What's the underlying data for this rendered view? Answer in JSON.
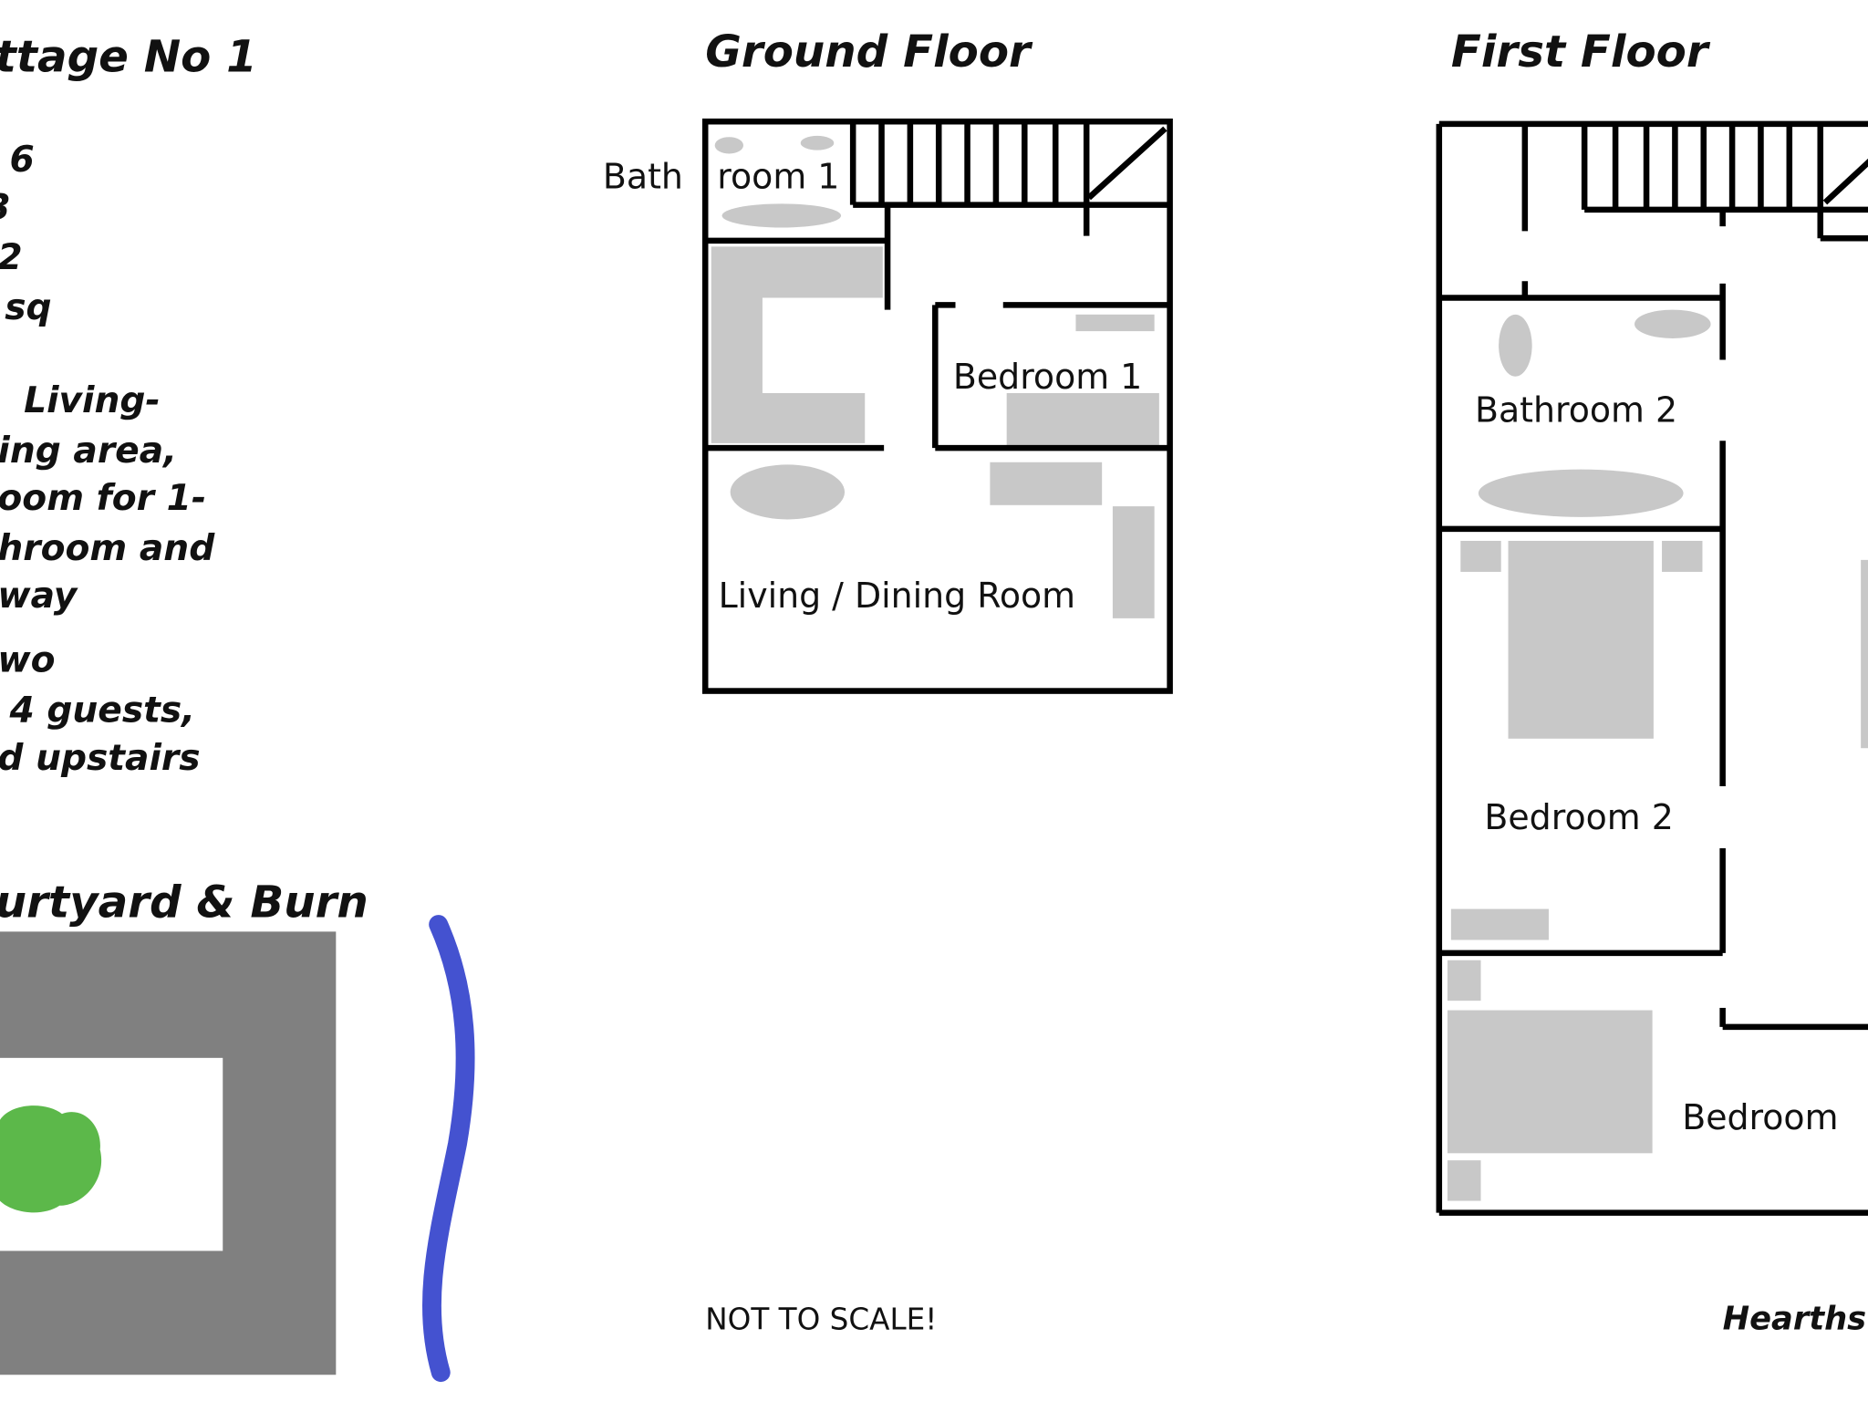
{
  "title": "ttage No 1",
  "info_lines": [
    "6",
    "3",
    "2",
    "sq",
    "Living-",
    "ing area,",
    "oom for 1-",
    "hroom and",
    "way",
    "wo",
    "4 guests,",
    "d upstairs"
  ],
  "courtyard_heading": "urtyard & Burn",
  "ground_floor": {
    "heading": "Ground Floor",
    "rooms": {
      "bath_part1": "Bath",
      "bath_part2": "room 1",
      "bedroom1": "Bedroom 1",
      "living": "Living / Dining Room"
    }
  },
  "first_floor": {
    "heading": "First Floor",
    "rooms": {
      "bathroom2": "Bathroom 2",
      "bedroom2": "Bedroom 2",
      "bedroom3": "Bedroom"
    }
  },
  "note": "NOT TO SCALE!",
  "signature": "Hearths",
  "colors": {
    "furniture": "#c8c8c8",
    "paving": "#808080",
    "tree": "#5cb84a",
    "burn": "#4452d0"
  }
}
